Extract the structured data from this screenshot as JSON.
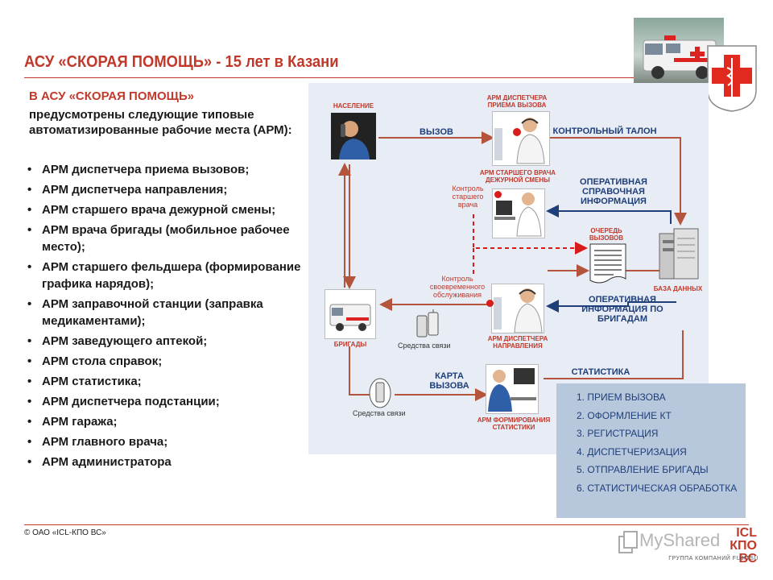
{
  "header": {
    "title": "АСУ «СКОРАЯ ПОМОЩЬ» - 15 лет в Казани"
  },
  "intro": {
    "line1": "В АСУ «СКОРАЯ ПОМОЩЬ»",
    "rest": "предусмотрены следующие типовые автоматизированные рабочие места (АРМ):"
  },
  "arm_list": [
    "АРМ диспетчера приема вызовов;",
    "АРМ диспетчера направления;",
    "АРМ старшего врача дежурной смены;",
    "АРМ врача бригады (мобильное рабочее место);",
    "АРМ старшего фельдшера (формирование графика нарядов);",
    "АРМ заправочной станции (заправка медикаментами);",
    "АРМ заведующего аптекой;",
    "АРМ стола справок;",
    "АРМ статистика;",
    "АРМ диспетчера подстанции;",
    "АРМ гаража;",
    "АРМ главного врача;",
    "АРМ администратора"
  ],
  "diagram": {
    "population": "НАСЕЛЕНИЕ",
    "arm_call_reception": "АРМ ДИСПЕТЧЕРА ПРИЕМА ВЫЗОВА",
    "call": "ВЫЗОВ",
    "control_ticket": "КОНТРОЛЬНЫЙ ТАЛОН",
    "arm_senior_doctor": "АРМ СТАРШЕГО ВРАЧА ДЕЖУРНОЙ СМЕНЫ",
    "control_senior_doctor": "Контроль старшего врача",
    "operative_reference": "ОПЕРАТИВНАЯ СПРАВОЧНАЯ ИНФОРМАЦИЯ",
    "queue_calls": "ОЧЕРЕДЬ ВЫЗОВОВ",
    "database": "БАЗА ДАННЫХ",
    "control_timely": "Контроль своевременного обслуживания",
    "arm_direction": "АРМ ДИСПЕТЧЕРА НАПРАВЛЕНИЯ",
    "operative_brigades": "ОПЕРАТИВНАЯ ИНФОРМАЦИЯ ПО БРИГАДАМ",
    "brigades": "БРИГАДЫ",
    "comm_means_1": "Средства связи",
    "comm_means_2": "Средства связи",
    "call_card": "КАРТА ВЫЗОВА",
    "statistics": "СТАТИСТИКА",
    "arm_statistics": "АРМ ФОРМИРОВАНИЯ СТАТИСТИКИ"
  },
  "steps": [
    "1. ПРИЕМ ВЫЗОВА",
    "2. ОФОРМЛЕНИЕ КТ",
    "3. РЕГИСТРАЦИЯ",
    "4. ДИСПЕТЧЕРИЗАЦИЯ",
    "5. ОТПРАВЛЕНИЕ БРИГАДЫ",
    "6. СТАТИСТИЧЕСКАЯ ОБРАБОТКА"
  ],
  "footer": {
    "copyright": "© ОАО «ICL-КПО ВС»"
  },
  "branding": {
    "watermark": "MyShared",
    "logo_text": "ICL КПО ВС",
    "logo_tagline": "ГРУППА КОМПАНИЙ FUJITSU"
  },
  "colors": {
    "accent_red": "#c0392b",
    "navy": "#1f3f7a",
    "diagram_bg": "#e8ecf4",
    "steps_bg": "#b7c7dc"
  }
}
